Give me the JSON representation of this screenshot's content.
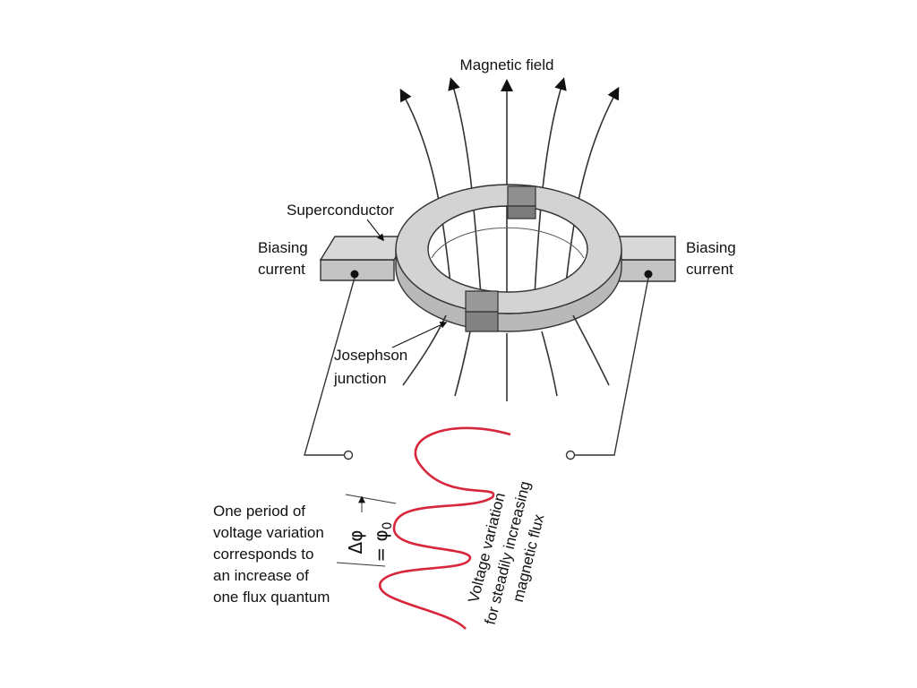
{
  "labels": {
    "magnetic_field": "Magnetic field",
    "superconductor": "Superconductor",
    "biasing_left_1": "Biasing",
    "biasing_left_2": "current",
    "biasing_right_1": "Biasing",
    "biasing_right_2": "current",
    "junction_1": "Josephson",
    "junction_2": "junction",
    "period_1": "One period of",
    "period_2": "voltage variation",
    "period_3": "corresponds to",
    "period_4": "an increase of",
    "period_5": "one flux quantum",
    "delta_phi": "Δφ",
    "phi_zero": "= φ",
    "phi_sub": "0",
    "voltage_1": "Voltage variation",
    "voltage_2": "for steadily increasing",
    "voltage_3": "magnetic flux"
  },
  "colors": {
    "ring_fill": "#d3d3d3",
    "ring_side": "#b9b9b9",
    "junction_fill": "#8f8f8f",
    "field_line": "#333333",
    "wave": "#d8263a"
  }
}
